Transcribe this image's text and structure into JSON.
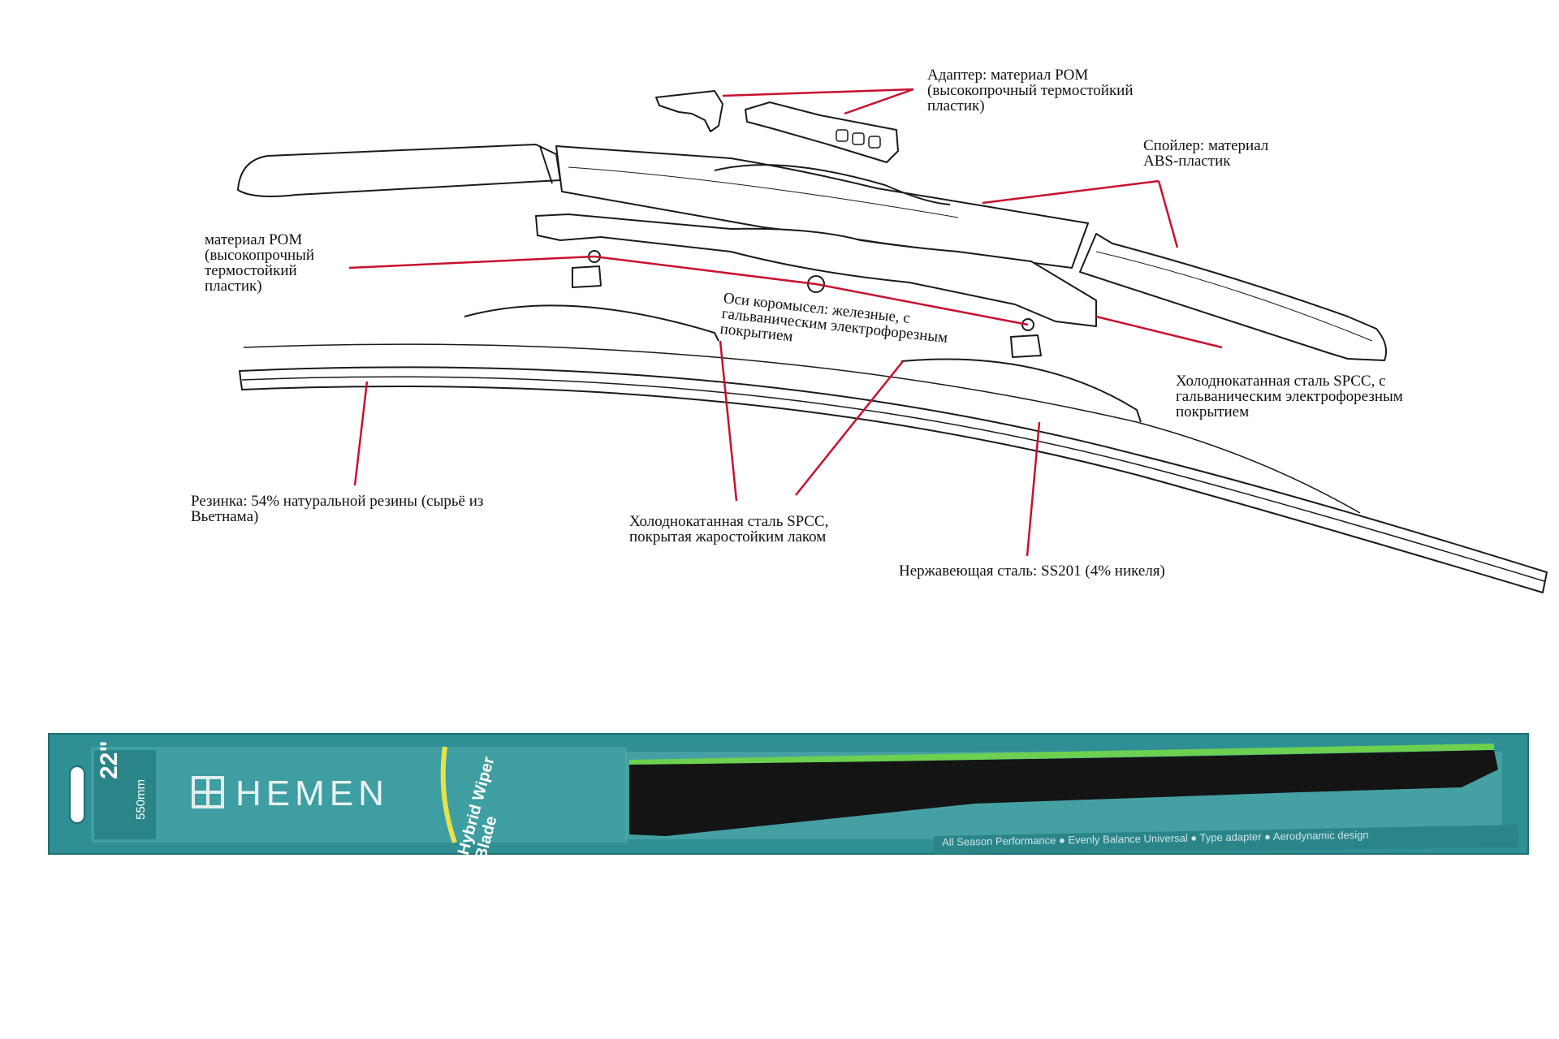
{
  "labels": {
    "adapter": "Адаптер: материал POM\n(высокопрочный термостойкий\nпластик)",
    "spoiler": "Спойлер: материал\nABS-пластик",
    "pom_left": "материал POM\n(высокопрочный\nтермостойкий\nпластик)",
    "axles": "Оси коромысел: железные, с\nгальваническим электрофорезным\nпокрытием",
    "spcc_right": "Холоднокатанная сталь SPCC, с\nгальваническим электрофорезным\nпокрытием",
    "rubber": "Резинка: 54% натуральной резины (сырьё из\nВьетнама)",
    "spcc_bottom": "Холоднокатанная сталь SPCC,\nпокрытая жаростойким лаком",
    "stainless": "Нержавеющая сталь: SS201 (4% никеля)"
  },
  "package": {
    "size_inch": "22\"",
    "size_mm": "550mm",
    "brand": "HEMEN",
    "product_name": "Hybrid Wiper Blade",
    "features": "All Season Performance  ●  Evenly Balance Universal  ●  Type adapter  ●  Aerodynamic design"
  },
  "colors": {
    "leader_line": "#c8102e",
    "card_teal": "#2e8f94",
    "card_dark": "#1f6f75",
    "panel_light": "#4aa4a8",
    "blade_green": "#6dd04f",
    "blade_black": "#141414"
  },
  "icons": [
    "hook-hanger-icon",
    "hemen-logo-icon"
  ]
}
